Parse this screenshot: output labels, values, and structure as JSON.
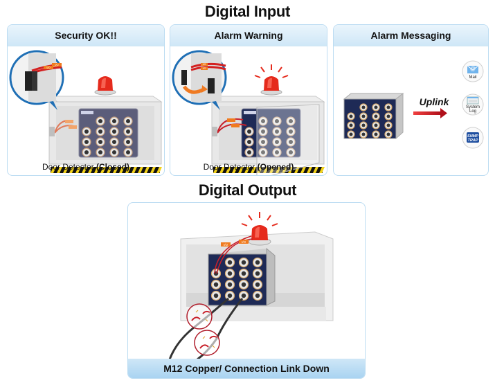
{
  "digital_input": {
    "title": "Digital Input",
    "panels": [
      {
        "header": "Security OK!!",
        "caption_prefix": "Door Detector ",
        "caption_state": "(Closed)",
        "wire_tags": [
          "I/O",
          "I/O"
        ],
        "alarm_state": "off"
      },
      {
        "header": "Alarm Warning",
        "caption_prefix": "Door Detector ",
        "caption_state": "(Opened)",
        "wire_tags": [
          "I/O",
          "I/O"
        ],
        "alarm_state": "flashing"
      },
      {
        "header": "Alarm Messaging",
        "arrow_label": "Uplink",
        "targets": [
          {
            "icon": "mail-icon",
            "label": "Mail"
          },
          {
            "icon": "system-log-icon",
            "label_line1": "System",
            "label_line2": "Log"
          },
          {
            "icon": "snmp-trap-icon",
            "label_line1": "SNMP",
            "label_line2": "TRAP"
          }
        ]
      }
    ]
  },
  "digital_output": {
    "title": "Digital Output",
    "wire_tags": [
      "I/O",
      "I/O"
    ],
    "alarm_state": "flashing",
    "footer": "M12 Copper/ Connection Link Down"
  },
  "colors": {
    "panel_border": "#bcdcf2",
    "header_top": "#eaf5fc",
    "header_bottom": "#cfe7f7",
    "switch_navy": "#1e2a56",
    "alarm_red": "#e52a1c",
    "wire_red": "#c8202a",
    "tag_orange": "#f07b1e",
    "magnifier_blue": "#1f6fb5",
    "arrow_red": "#c0141c"
  }
}
